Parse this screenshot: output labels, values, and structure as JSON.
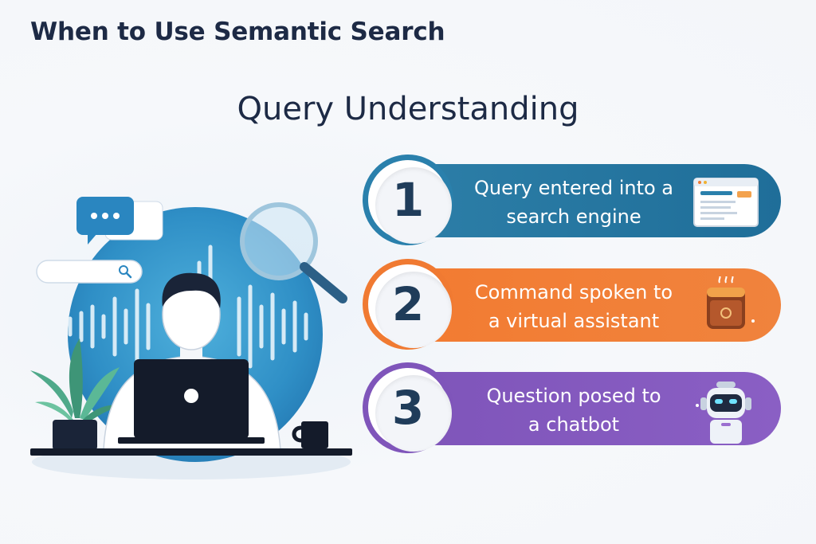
{
  "header": {
    "title": "When to Use Semantic Search"
  },
  "section": {
    "title": "Query Understanding"
  },
  "steps": [
    {
      "number": "1",
      "line1": "Query entered into a",
      "line2": "search engine",
      "color": "#2d7fa8",
      "icon": "browser-window-icon"
    },
    {
      "number": "2",
      "line1": "Command spoken to",
      "line2": "a virtual assistant",
      "color": "#f37b31",
      "icon": "smart-speaker-icon"
    },
    {
      "number": "3",
      "line1": "Question posed to",
      "line2": "a chatbot",
      "color": "#7e54b9",
      "icon": "robot-icon"
    }
  ],
  "illustration": {
    "chat_bubble_text": "•••",
    "icons": [
      "chat-bubble-icon",
      "search-bar-icon",
      "magnifier-icon",
      "sound-wave-icon",
      "person-at-laptop-icon",
      "plant-icon",
      "mug-icon"
    ]
  }
}
